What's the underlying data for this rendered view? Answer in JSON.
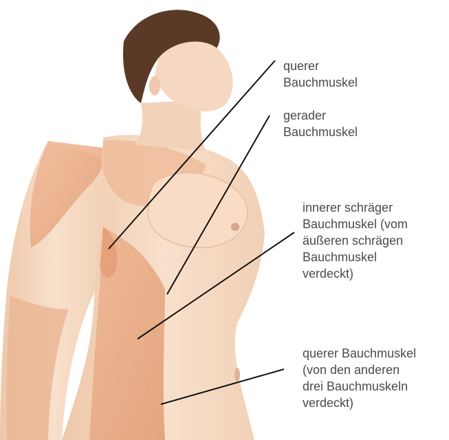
{
  "labels": [
    {
      "lines": [
        "querer",
        "Bauchmuskel"
      ]
    },
    {
      "lines": [
        "gerader",
        "Bauchmuskel"
      ]
    },
    {
      "lines": [
        "innerer schräger",
        "Bauchmuskel (vom",
        "äußeren schrägen",
        "Bauchmuskel",
        "verdeckt)"
      ]
    },
    {
      "lines": [
        "querer Bauchmuskel",
        "(von den anderen",
        "drei Bauchmuskeln",
        "verdeckt)"
      ]
    }
  ],
  "colors": {
    "skin": "#f7dcc6",
    "skin_shadow": "#e9c2a4",
    "muscle": "#e8a982",
    "hair": "#5a3a26",
    "leader_line": "#111111",
    "label_text": "#4a4a4a"
  }
}
